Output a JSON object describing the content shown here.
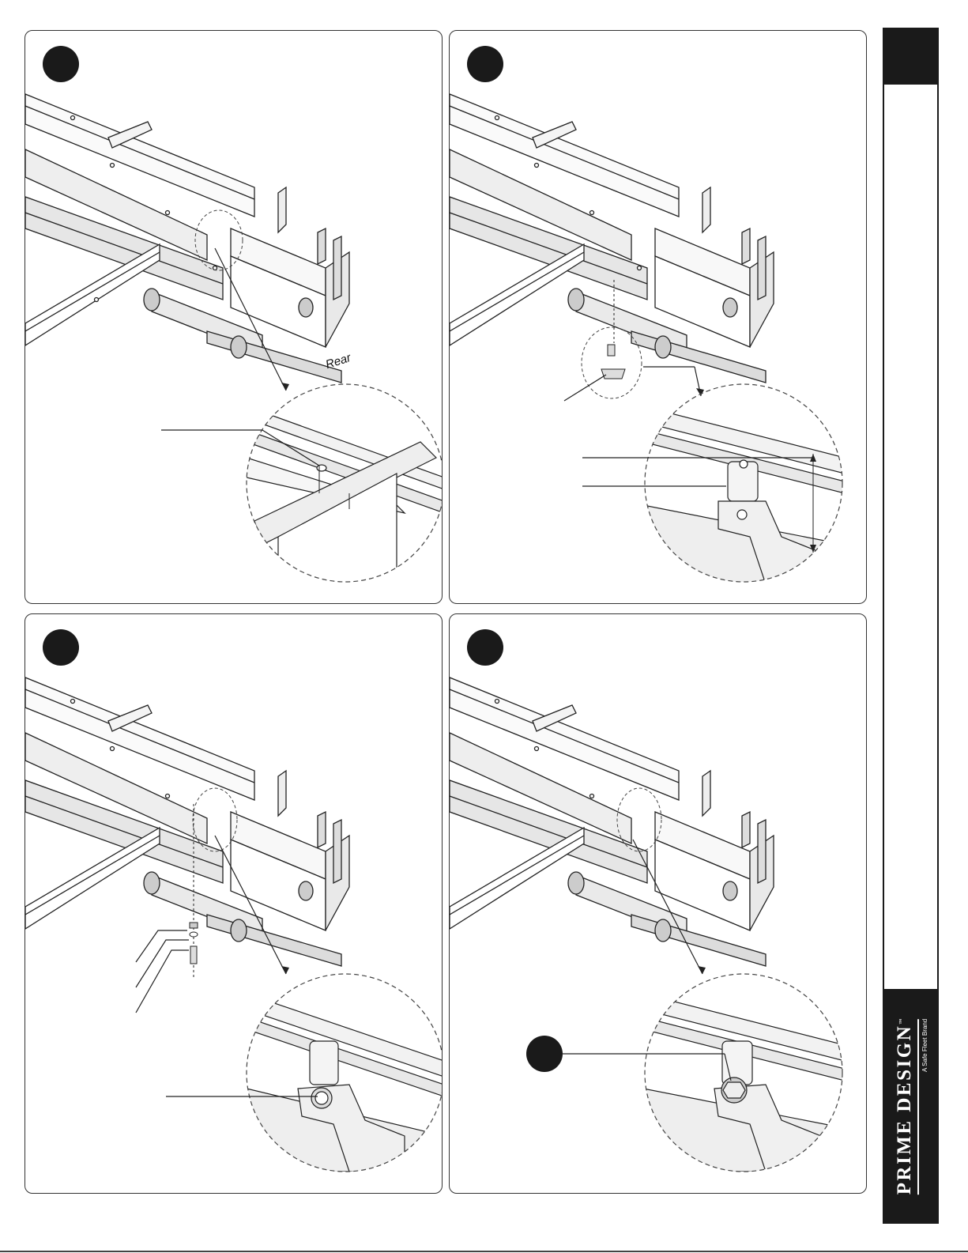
{
  "panels": [
    {
      "id": "panel-1",
      "callout_label": "Rear"
    },
    {
      "id": "panel-2"
    },
    {
      "id": "panel-3"
    },
    {
      "id": "panel-4"
    }
  ],
  "brand": {
    "name": "PRIME DESIGN",
    "trademark": "™",
    "tagline": "A Safe Fleet Brand"
  },
  "colors": {
    "ink": "#1a1a1a",
    "line": "#333333",
    "fill_light": "#ececec",
    "fill_mid": "#cfcfcf"
  }
}
